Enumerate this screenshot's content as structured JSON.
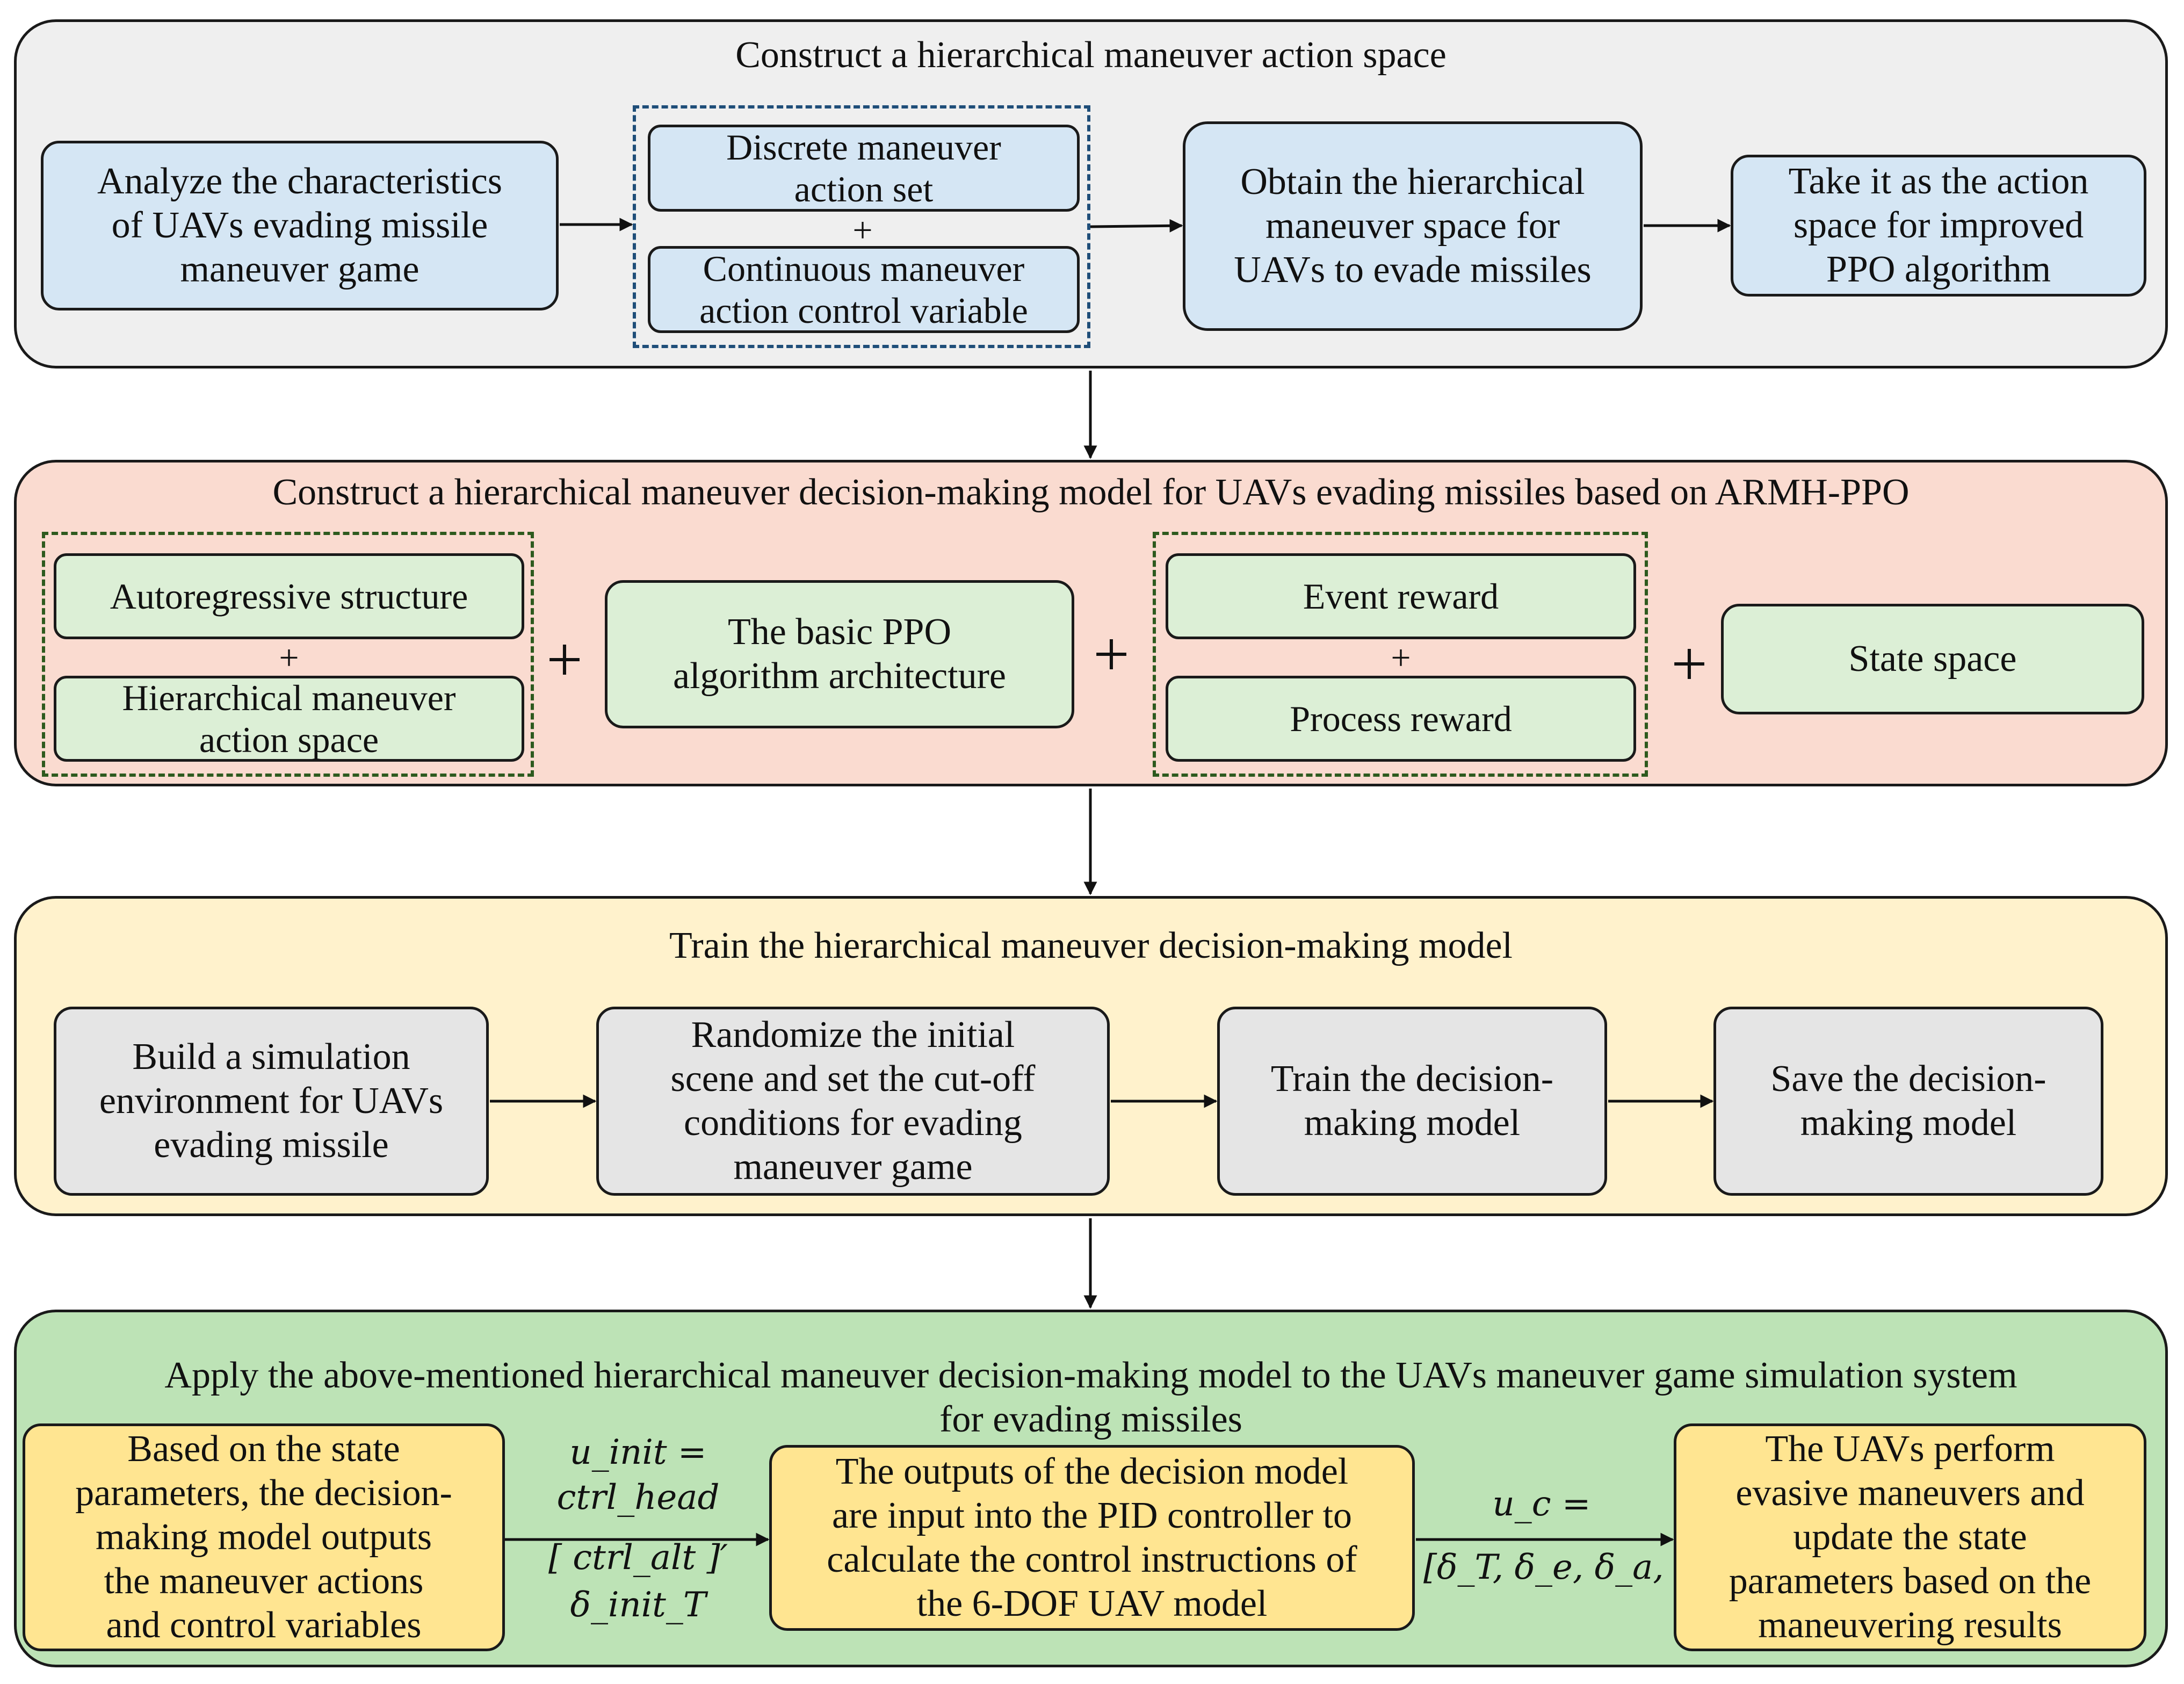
{
  "colors": {
    "panel1": "#efefef",
    "panel2": "#fadbd0",
    "panel3": "#fff2cc",
    "panel4": "#bde3b6",
    "blue_box": "#d5e6f4",
    "green_box": "#dcefd6",
    "gray_box": "#e5e5e5",
    "yellow_box": "#ffe591",
    "blue_dash": "#1f4e79",
    "green_dash": "#2d5a1e"
  },
  "panel1": {
    "title": "Construct a hierarchical maneuver action space",
    "analyze": "Analyze the characteristics\nof UAVs evading missile\nmaneuver game",
    "discrete": "Discrete maneuver\naction set",
    "plus": "+",
    "continuous": "Continuous maneuver\naction control variable",
    "obtain": "Obtain the hierarchical\nmaneuver space for\nUAVs to evade missiles",
    "take": "Take it as the action\nspace for improved\nPPO algorithm"
  },
  "panel2": {
    "title": "Construct a hierarchical maneuver decision-making model for UAVs evading missiles based on ARMH-PPO",
    "autoregressive": "Autoregressive structure",
    "plus_small": "+",
    "hierarchical": "Hierarchical maneuver\naction space",
    "plus_big": "+",
    "basic_ppo": "The basic PPO\nalgorithm architecture",
    "event": "Event reward",
    "process": "Process reward",
    "state": "State space"
  },
  "panel3": {
    "title": "Train the hierarchical maneuver decision-making model",
    "build": "Build a simulation\nenvironment for UAVs\nevading missile",
    "randomize": "Randomize the initial\nscene and set the cut-off\nconditions for evading\nmaneuver game",
    "train": "Train the decision-\nmaking model",
    "save": "Save the decision-\nmaking model"
  },
  "panel4": {
    "title": "Apply the above-mentioned hierarchical maneuver decision-making model to the UAVs maneuver game simulation system\nfor evading missiles",
    "based_on": "Based on the state\nparameters, the decision-\nmaking model outputs\nthe maneuver actions\nand control variables",
    "u_init_line1": "u_init =",
    "u_init_line2": "ctrl_head",
    "u_init_line3": "[ ctrl_alt ]′",
    "u_init_line4": "δ_init_T",
    "outputs": "The outputs of the decision model\nare input into the PID controller to\ncalculate the control instructions of\nthe 6-DOF UAV model",
    "u_c_line1": "u_c =",
    "u_c_line2": "[δ_T, δ_e, δ_a, δ_r]",
    "perform": "The UAVs perform\nevasive maneuvers and\nupdate the state\nparameters based on the\nmaneuvering results"
  }
}
